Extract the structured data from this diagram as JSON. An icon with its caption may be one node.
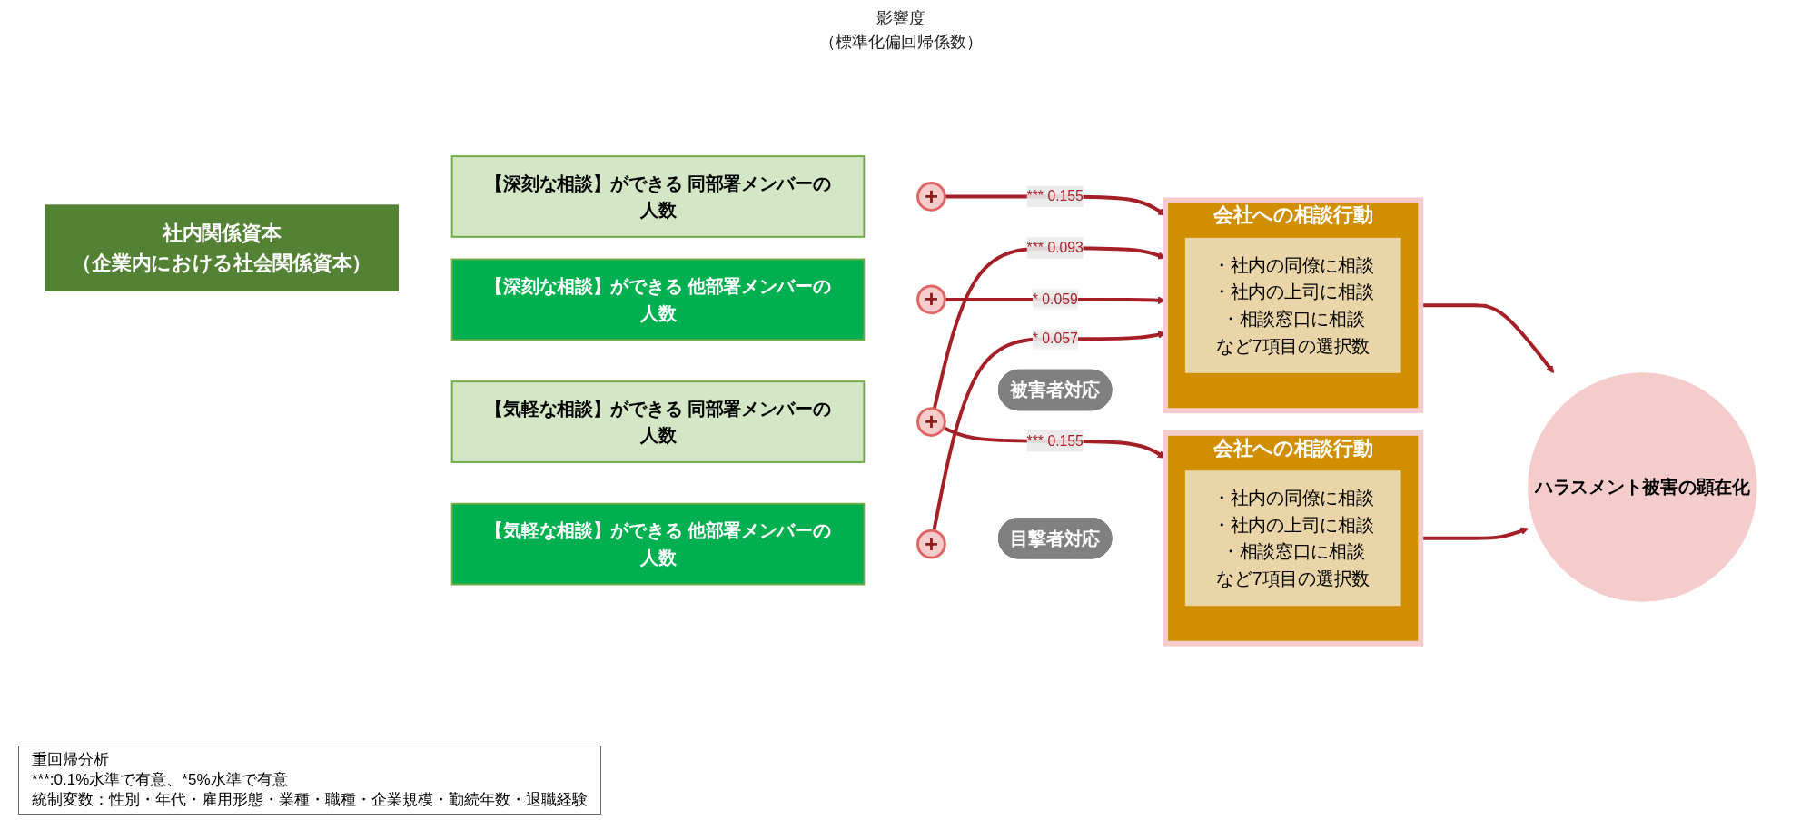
{
  "diagram": {
    "nodes": [
      {
        "text": [
          "社内関係資本",
          "（企業内における社会関係資本）"
        ]
      },
      {
        "text": [
          "【深刻な相談】ができる 同部署メンバーの人数"
        ]
      },
      {
        "text": [
          "【気軽な相談】ができる 同部署メンバーの人数"
        ]
      },
      {
        "text": [
          "【深刻な相談】ができる 他部署メンバーの人数"
        ]
      },
      {
        "text": [
          "【気軽な相談】ができる 他部署メンバーの人数"
        ]
      },
      {
        "text": [
          "+"
        ]
      },
      {
        "text": [
          "+"
        ]
      },
      {
        "text": [
          "+"
        ]
      },
      {
        "text": [
          "+"
        ]
      },
      {
        "text": [
          "被害者対応"
        ]
      },
      {
        "text": [
          "会社への相談行動"
        ]
      },
      {
        "text": [
          "・社内の同僚に相談",
          "・社内の上司に相談",
          "・相談窓口に相談",
          "など7項目の選択数"
        ],
        "in": 10
      },
      {
        "text": [
          "目撃者対応"
        ]
      },
      {
        "text": [
          "会社への相談行動"
        ]
      },
      {
        "text": [
          "・社内の同僚に相談",
          "・社内の上司に相談",
          "・相談窓口に相談",
          "など7項目の選択数"
        ],
        "in": 13
      },
      {
        "text": [
          "ハラスメント被害の顕在化"
        ]
      }
    ],
    "edges": [
      {
        "from": 5,
        "to": 10,
        "arrow": "to",
        "label": "*** 0.155"
      },
      {
        "from": 6,
        "to": 10,
        "arrow": "to",
        "label": "*** 0.093"
      },
      {
        "from": 7,
        "to": 10,
        "arrow": "to",
        "label": "* 0.059"
      },
      {
        "from": 8,
        "to": 10,
        "arrow": "to",
        "label": "* 0.057"
      },
      {
        "from": 6,
        "to": 13,
        "arrow": "to",
        "label": "*** 0.155"
      },
      {
        "from": 10,
        "to": 15,
        "arrow": "to"
      },
      {
        "from": 13,
        "to": 15,
        "arrow": "to"
      }
    ],
    "labels": [
      "影響度",
      "（標準化偏回帰係数）",
      "重回帰分析",
      "***:0.1%水準で有意、*5%水準で有意",
      "統制変数：性別・年代・雇用形態・業種・職種・企業規模・勤続年数・退職経験"
    ]
  }
}
